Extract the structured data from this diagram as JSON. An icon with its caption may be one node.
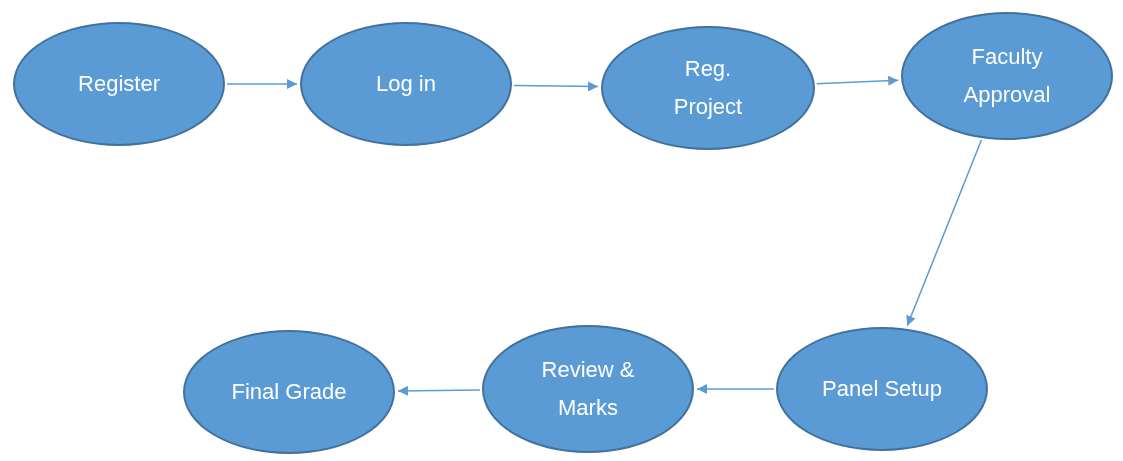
{
  "diagram": {
    "nodes": [
      {
        "text": [
          "Register"
        ]
      },
      {
        "text": [
          "Log in"
        ]
      },
      {
        "text": [
          "Reg. Project"
        ]
      },
      {
        "text": [
          "Faculty Approval"
        ]
      },
      {
        "text": [
          "Panel Setup"
        ]
      },
      {
        "text": [
          "Review & Marks"
        ]
      },
      {
        "text": [
          "Final Grade"
        ]
      }
    ],
    "edges": [
      {
        "from": 0,
        "to": 1,
        "arrow": "to"
      },
      {
        "from": 1,
        "to": 2,
        "arrow": "to"
      },
      {
        "from": 2,
        "to": 3,
        "arrow": "to"
      },
      {
        "from": 3,
        "to": 4,
        "arrow": "to"
      },
      {
        "from": 4,
        "to": 5,
        "arrow": "to"
      },
      {
        "from": 5,
        "to": 6,
        "arrow": "to"
      }
    ]
  }
}
